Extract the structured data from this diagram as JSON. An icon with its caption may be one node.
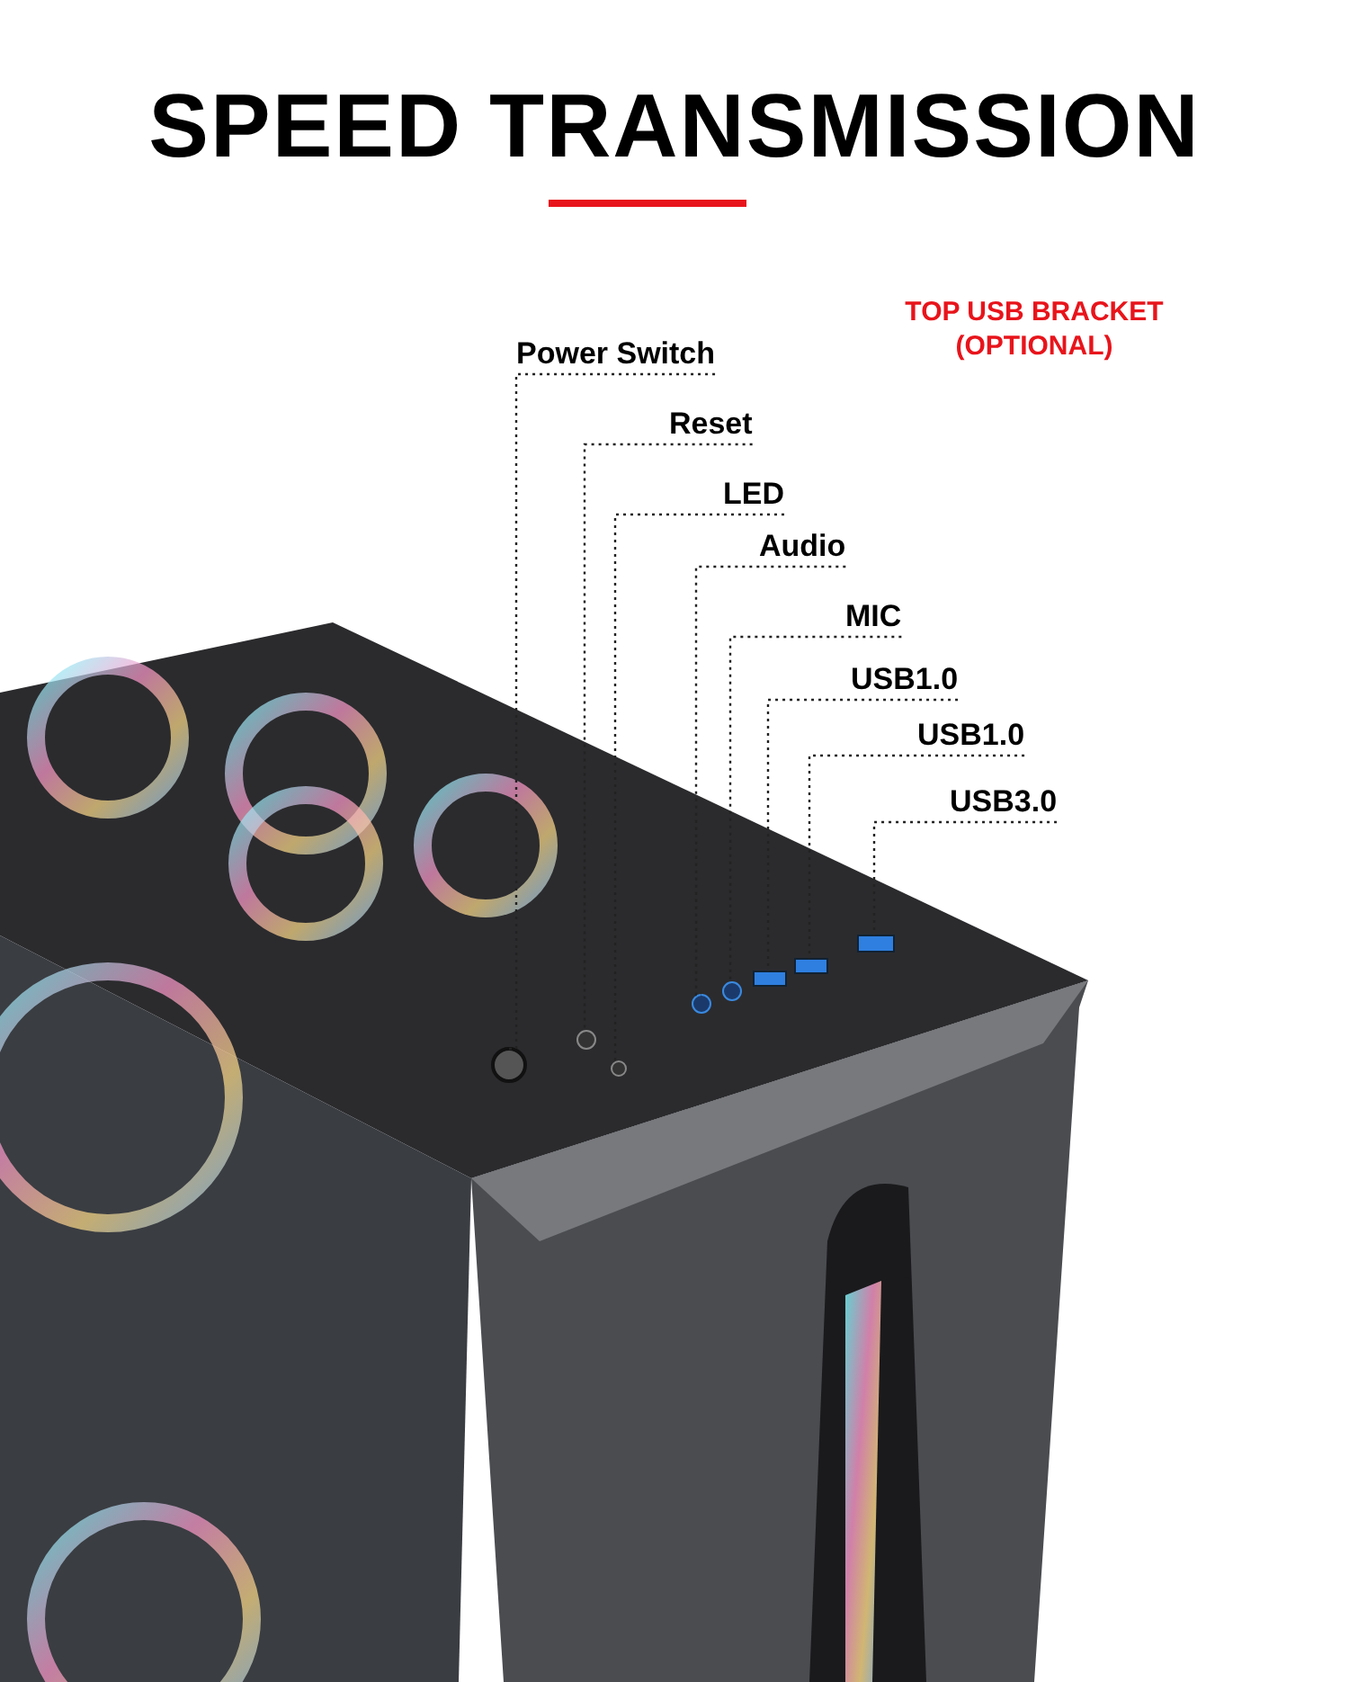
{
  "diagram": {
    "title": "SPEED TRANSMISSION",
    "nodes": [
      {
        "text": [
          "Power Switch"
        ]
      },
      {
        "text": [
          "Reset"
        ]
      },
      {
        "text": [
          "LED"
        ]
      },
      {
        "text": [
          "Audio"
        ]
      },
      {
        "text": [
          "MIC"
        ]
      },
      {
        "text": [
          "USB1.0"
        ]
      },
      {
        "text": [
          "USB1.0"
        ]
      },
      {
        "text": [
          "USB3.0"
        ]
      },
      {
        "text": [],
        "shape": "circle"
      },
      {
        "text": [],
        "shape": "circle"
      },
      {
        "text": [],
        "shape": "circle"
      },
      {
        "text": [],
        "shape": "circle"
      },
      {
        "text": [],
        "shape": "circle"
      },
      {
        "text": [],
        "shape": "box"
      },
      {
        "text": [],
        "shape": "box"
      },
      {
        "text": [],
        "shape": "box"
      }
    ],
    "edges": [
      {
        "from": 0,
        "to": 8,
        "arrow": "none",
        "style": "dashed"
      },
      {
        "from": 1,
        "to": 9,
        "arrow": "none",
        "style": "dashed"
      },
      {
        "from": 2,
        "to": 10,
        "arrow": "none",
        "style": "dashed"
      },
      {
        "from": 3,
        "to": 11,
        "arrow": "none",
        "style": "dashed"
      },
      {
        "from": 4,
        "to": 12,
        "arrow": "none",
        "style": "dashed"
      },
      {
        "from": 5,
        "to": 13,
        "arrow": "none",
        "style": "dashed"
      },
      {
        "from": 6,
        "to": 14,
        "arrow": "none",
        "style": "dashed"
      },
      {
        "from": 7,
        "to": 15,
        "arrow": "none",
        "style": "dashed"
      }
    ],
    "labels": [
      "TOP USB BRACKET (OPTIONAL)"
    ]
  }
}
